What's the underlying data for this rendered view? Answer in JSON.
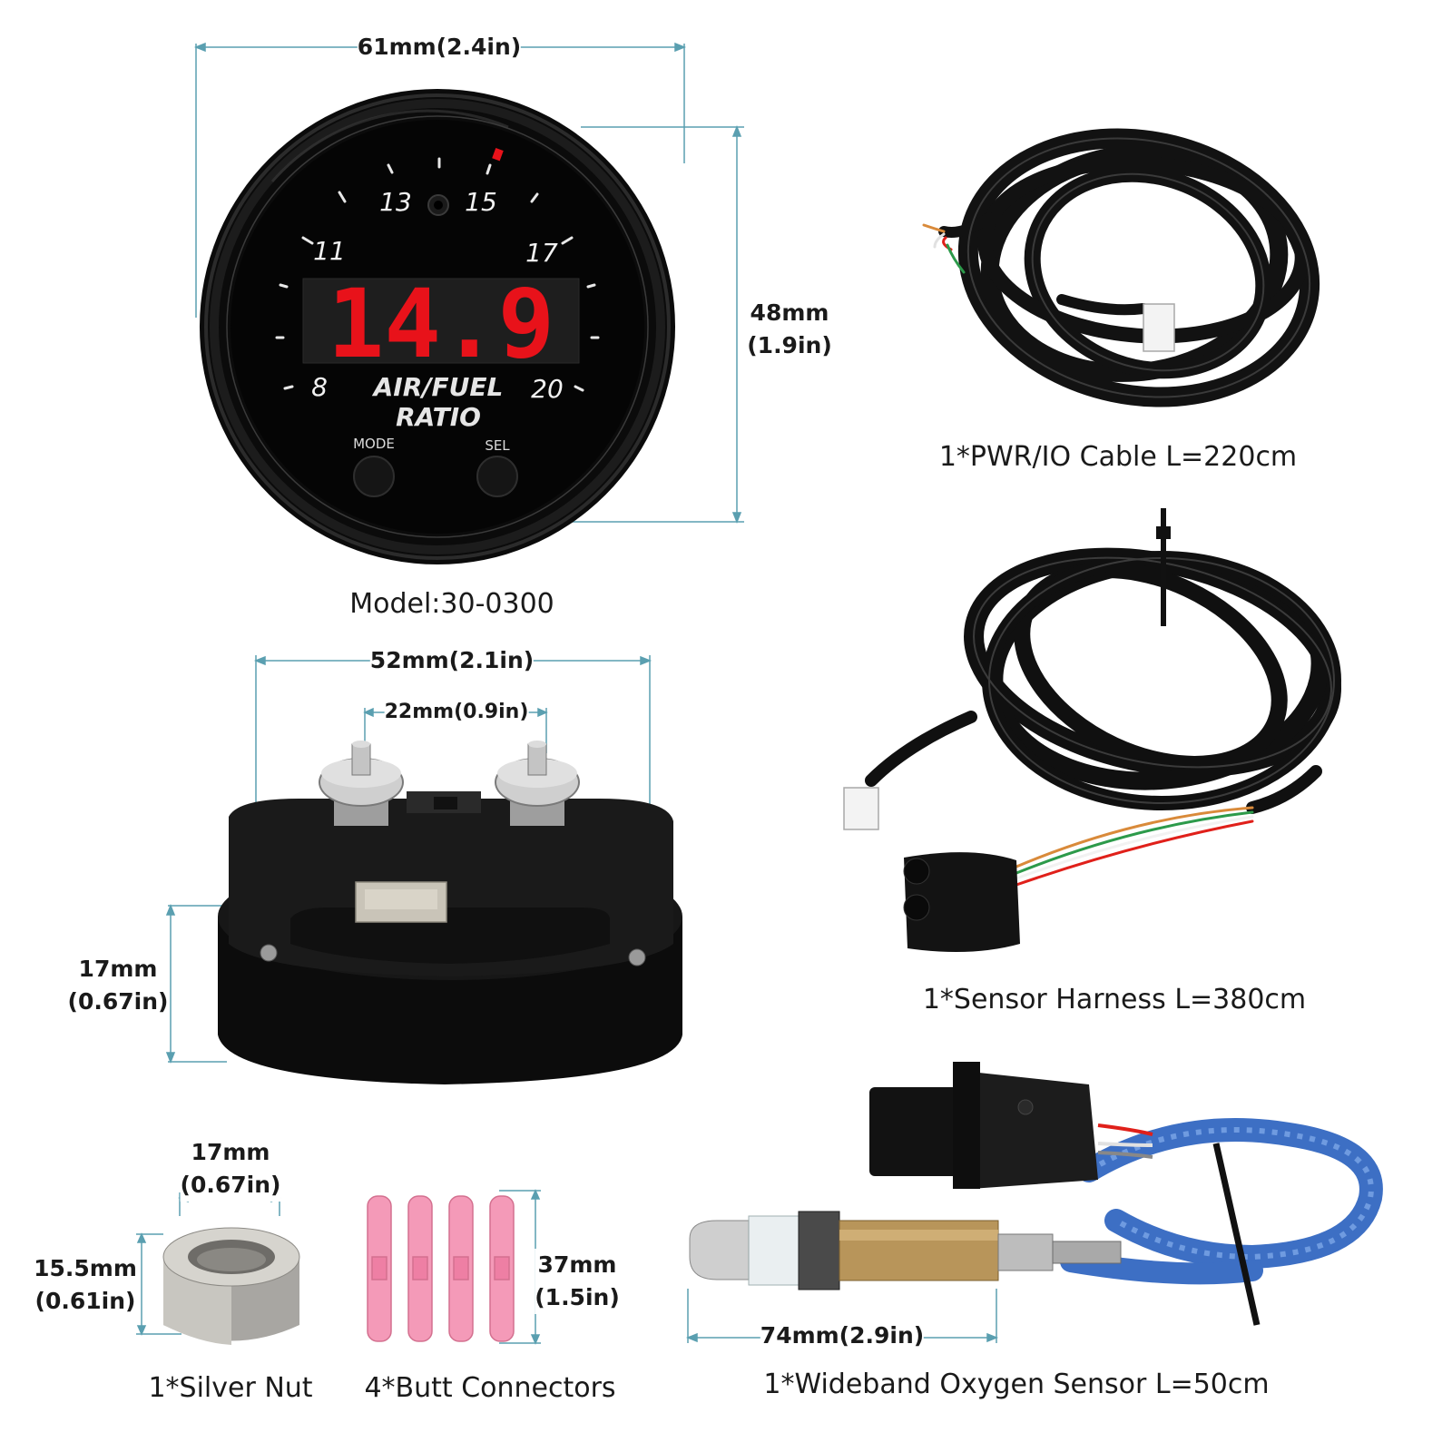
{
  "gauge": {
    "model_label": "Model:30-0300",
    "display_value": "14.9",
    "scale": [
      "8",
      "11",
      "13",
      "15",
      "17",
      "20"
    ],
    "label_line1": "AIR/FUEL",
    "label_line2": "RATIO",
    "button_mode": "MODE",
    "button_sel": "SEL",
    "width_dim": "61mm(2.4in)",
    "height_dim_line1": "48mm",
    "height_dim_line2": "(1.9in)"
  },
  "mount": {
    "width_dim": "52mm(2.1in)",
    "stud_spacing_dim": "22mm(0.9in)",
    "height_dim_line1": "17mm",
    "height_dim_line2": "(0.67in)"
  },
  "nut": {
    "width_dim_line1": "17mm",
    "width_dim_line2": "(0.67in)",
    "height_dim_line1": "15.5mm",
    "height_dim_line2": "(0.61in)",
    "caption": "1*Silver Nut"
  },
  "butt_connectors": {
    "height_dim_line1": "37mm",
    "height_dim_line2": "(1.5in)",
    "caption": "4*Butt Connectors"
  },
  "pwr_cable": {
    "caption": "1*PWR/IO Cable L=220cm"
  },
  "sensor_harness": {
    "caption": "1*Sensor Harness L=380cm"
  },
  "oxygen_sensor": {
    "length_dim": "74mm(2.9in)",
    "caption": "1*Wideband  Oxygen Sensor  L=50cm"
  },
  "colors": {
    "dimension_line": "#5a9fb0",
    "lcd_red": "#e8121a",
    "gauge_black": "#0b0b0b",
    "sensor_blue": "#3d6fc4",
    "connector_pink": "#f49ab8"
  }
}
